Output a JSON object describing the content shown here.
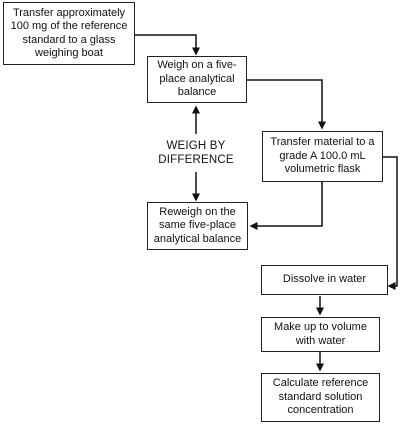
{
  "flowchart": {
    "steps": {
      "transfer_standard": "Transfer approximately 100 mg of the reference standard to a glass weighing boat",
      "weigh_balance": "Weigh on a five-place analytical balance",
      "transfer_flask": "Transfer material to a grade A 100.0 mL volumetric flask",
      "reweigh": "Reweigh on the same five-place analytical balance",
      "dissolve": "Dissolve in water",
      "make_up": "Make up to volume with water",
      "calculate": "Calculate reference standard solution concentration"
    },
    "weigh_by_difference_label": "WEIGH BY DIFFERENCE"
  },
  "colors": {
    "line": "#111111",
    "box_border": "#222222",
    "background": "#ffffff"
  }
}
